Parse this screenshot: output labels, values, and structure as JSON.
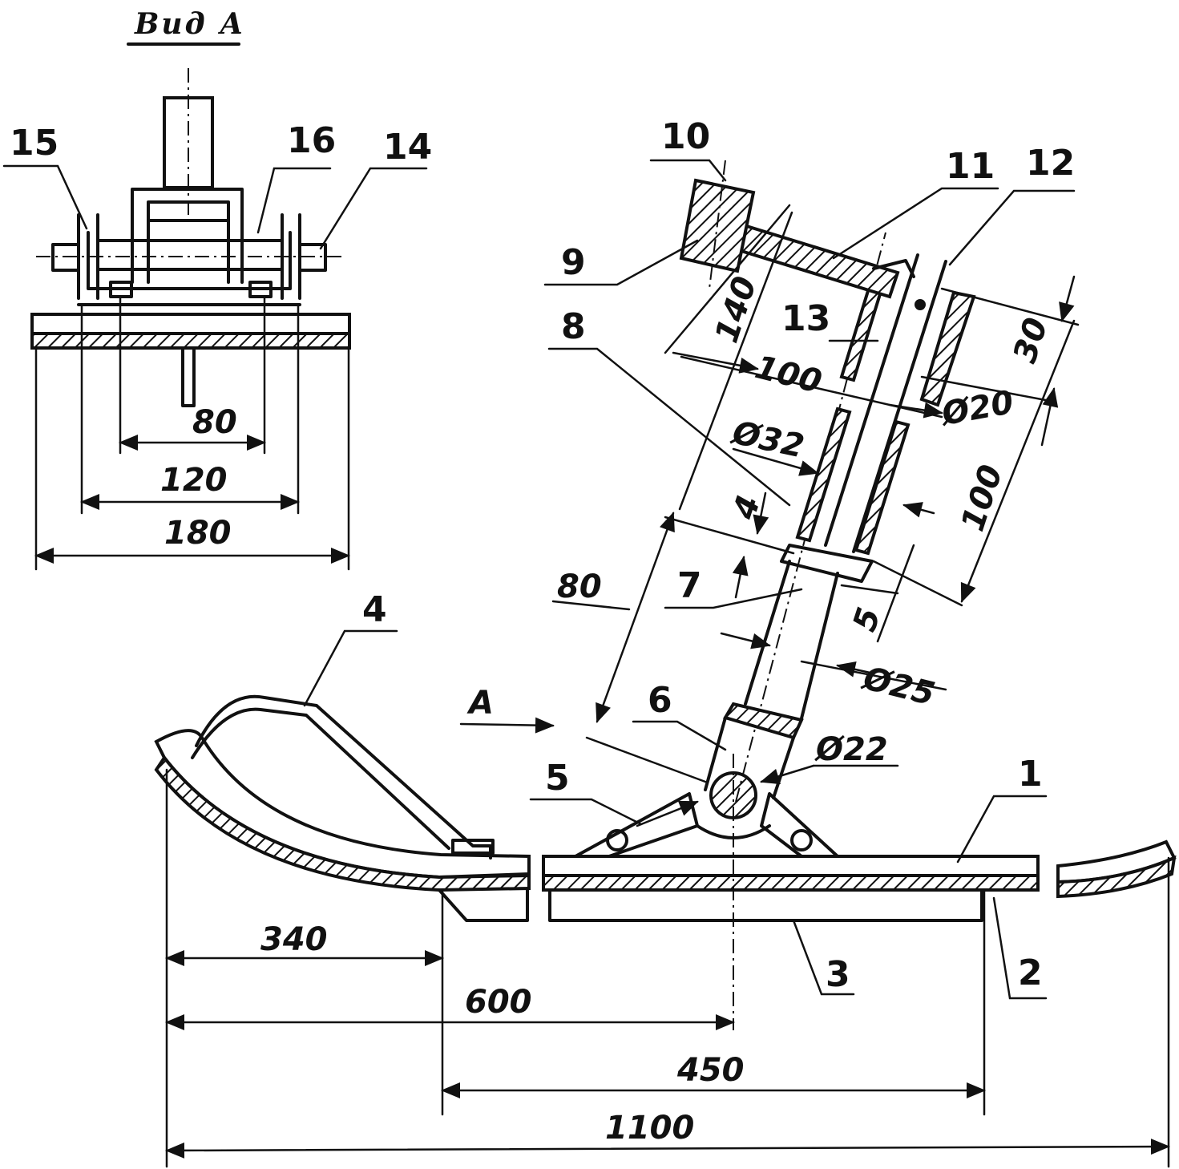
{
  "view_title": "Вид А",
  "view_marker": "А",
  "parts": [
    "1",
    "2",
    "3",
    "4",
    "5",
    "6",
    "7",
    "8",
    "9",
    "10",
    "11",
    "12",
    "13",
    "14",
    "15",
    "16"
  ],
  "dimensions": {
    "view_80": "80",
    "view_120": "120",
    "view_180": "180",
    "d140": "140",
    "d100_top": "100",
    "d30": "30",
    "phi20": "Ø20",
    "phi32": "Ø32",
    "d4": "4",
    "d100_right": "100",
    "d80": "80",
    "d5": "5",
    "phi25": "Ø25",
    "phi22": "Ø22",
    "d340": "340",
    "d600": "600",
    "d450": "450",
    "d1100": "1100"
  }
}
